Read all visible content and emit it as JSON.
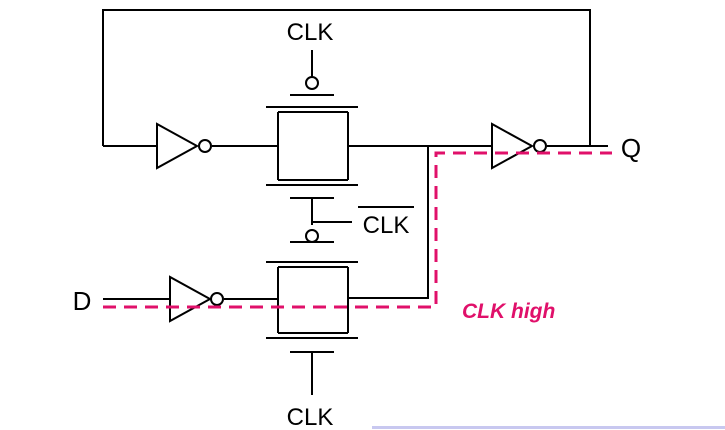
{
  "labels": {
    "clk_top": "CLK",
    "clk_bar": "CLK",
    "clk_bottom": "CLK",
    "input_d": "D",
    "output_q": "Q"
  },
  "annotation": {
    "text": "CLK high",
    "color": "#e0106a"
  },
  "colors": {
    "wire": "#000000",
    "highlight_path": "#e0106a",
    "bottom_rule": "#c8c8f0"
  }
}
